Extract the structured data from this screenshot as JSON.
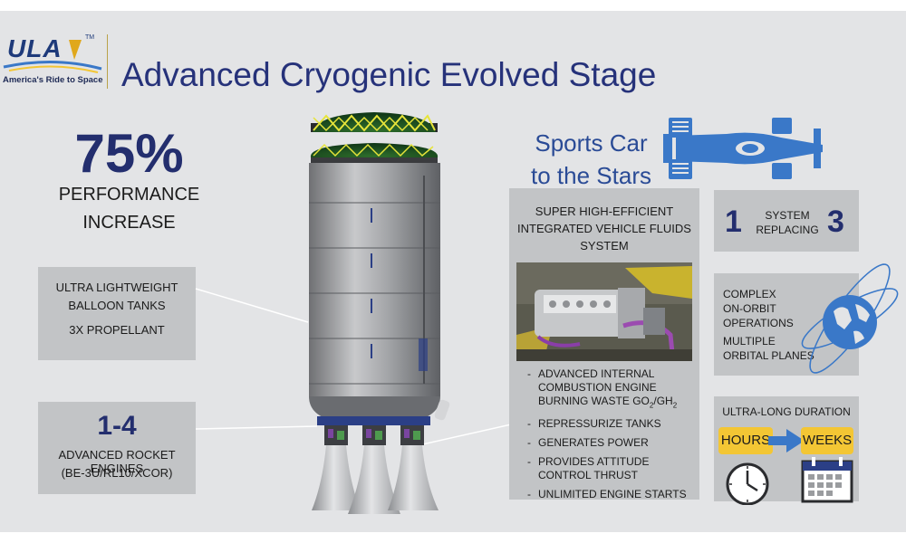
{
  "brand": {
    "logo_text": "ULA",
    "logo_tm": "TM",
    "tagline": "America's Ride to Space"
  },
  "title": "Advanced Cryogenic Evolved Stage",
  "performance": {
    "value": "75%",
    "line1": "PERFORMANCE",
    "line2": "INCREASE"
  },
  "tanks": {
    "line1": "ULTRA LIGHTWEIGHT",
    "line2": "BALLOON TANKS",
    "line3": "3X PROPELLANT"
  },
  "engines": {
    "count": "1-4",
    "line1": "ADVANCED ROCKET ENGINES",
    "line2": "(BE-3U/RL10/XCOR)"
  },
  "sports_car": {
    "line1": "Sports Car",
    "line2": "to the Stars"
  },
  "fluids": {
    "title1": "SUPER HIGH-EFFICIENT",
    "title2": "INTEGRATED VEHICLE FLUIDS",
    "title3": "SYSTEM",
    "item1_line1": "ADVANCED INTERNAL",
    "item1_line2": "COMBUSTION ENGINE",
    "item1_line3_pre": "BURNING WASTE GO",
    "item1_sub1": "2",
    "item1_mid": "/GH",
    "item1_sub2": "2",
    "item2": "REPRESSURIZE TANKS",
    "item3": "GENERATES POWER",
    "item4_line1": "PROVIDES ATTITUDE",
    "item4_line2": "CONTROL THRUST",
    "item5": "UNLIMITED ENGINE STARTS"
  },
  "system_replacing": {
    "left_num": "1",
    "label1": "SYSTEM",
    "label2": "REPLACING",
    "right_num": "3"
  },
  "orbital": {
    "line1": "COMPLEX",
    "line2": "ON-ORBIT",
    "line3": "OPERATIONS",
    "line4": "MULTIPLE",
    "line5": "ORBITAL PLANES"
  },
  "duration": {
    "heading": "ULTRA-LONG DURATION",
    "from": "HOURS",
    "to": "WEEKS"
  },
  "colors": {
    "navy": "#232e6e",
    "title_blue": "#26327a",
    "accent_blue": "#3a78c8",
    "panel_gray": "#c2c4c6",
    "bg_gray": "#e3e4e6",
    "yellow": "#f3c634"
  }
}
